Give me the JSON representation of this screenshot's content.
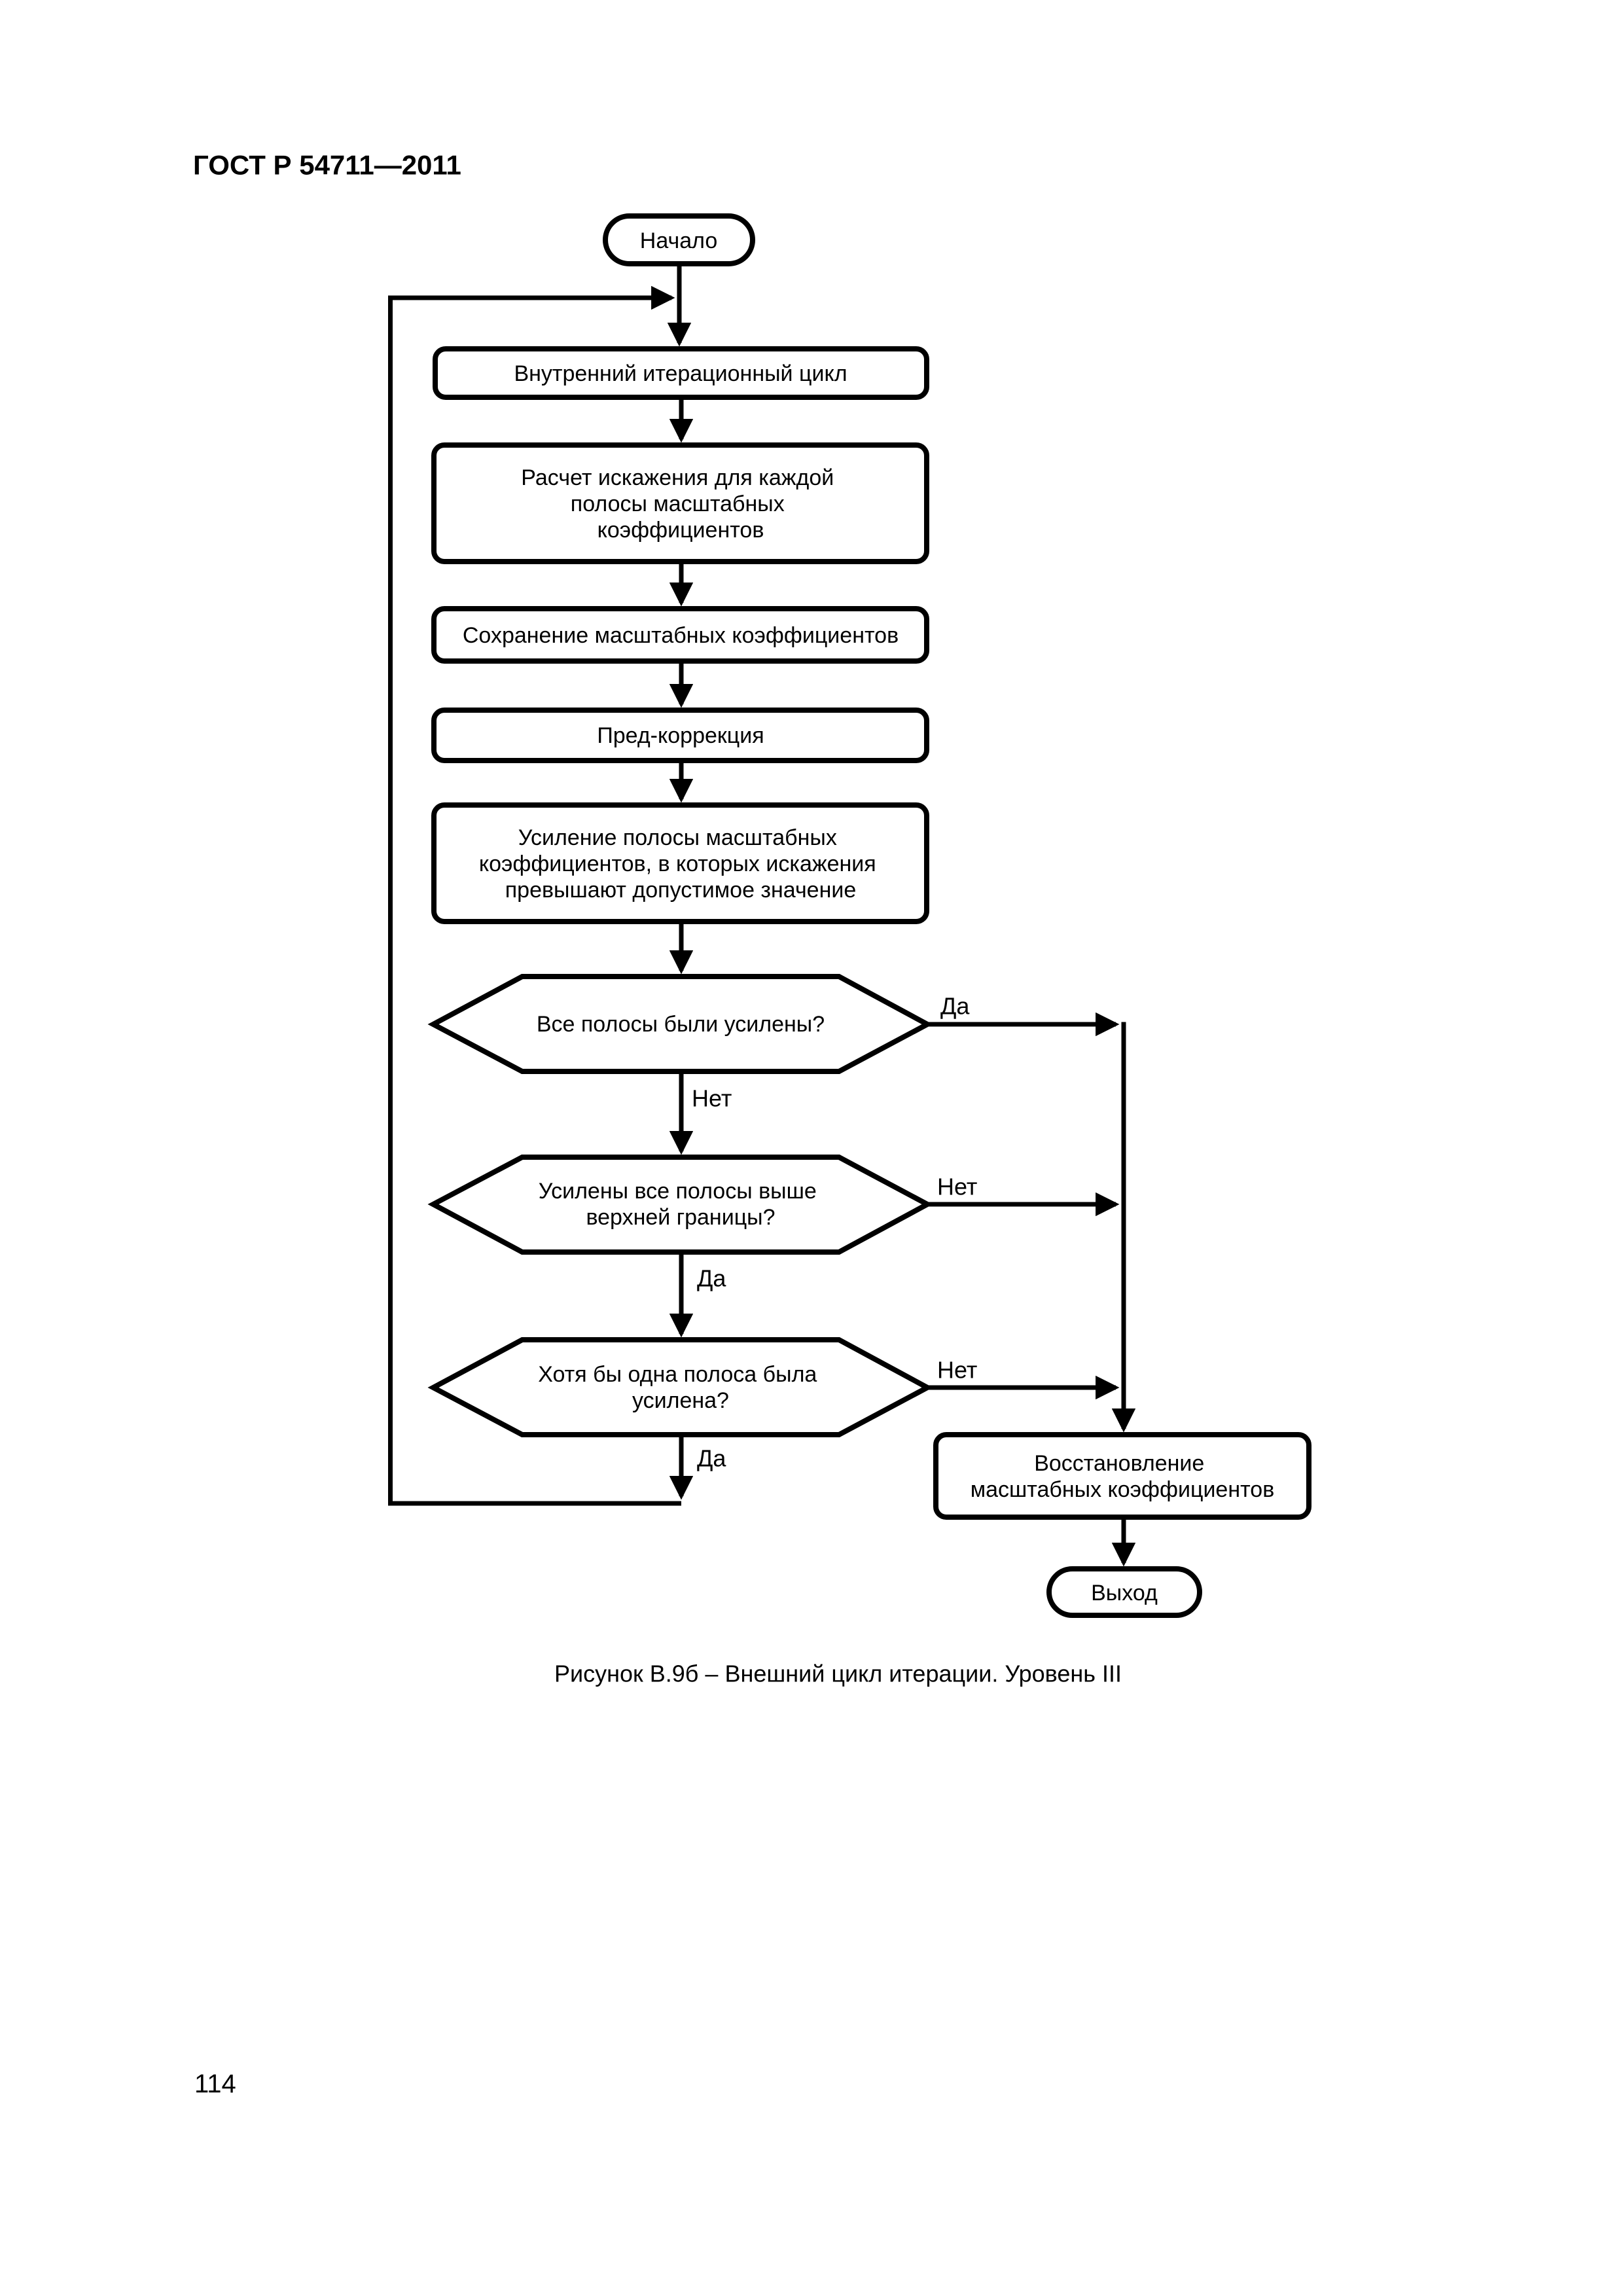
{
  "page": {
    "header": "ГОСТ Р 54711—2011",
    "caption": "Рисунок В.9б – Внешний цикл итерации. Уровень III",
    "page_number": "114"
  },
  "flowchart": {
    "colors": {
      "line": "#000000",
      "fill": "#ffffff",
      "text": "#000000",
      "background": "#ffffff"
    },
    "branch_labels": {
      "yes": "Да",
      "no": "Нет"
    },
    "nodes": {
      "start": {
        "label": "Начало"
      },
      "inner_loop": {
        "lines": [
          "Внутренний итерационный цикл"
        ]
      },
      "calc_distortion": {
        "lines": [
          "Расчет искажения для каждой",
          "полосы масштабных",
          "коэффициентов"
        ]
      },
      "save_coeffs": {
        "lines": [
          "Сохранение масштабных коэффициентов"
        ]
      },
      "precorrection": {
        "lines": [
          "Пред-коррекция"
        ]
      },
      "amplify_bands": {
        "lines": [
          "Усиление полосы масштабных",
          "коэффициентов, в которых искажения",
          "превышают допустимое значение"
        ]
      },
      "dec_all_amplified": {
        "lines": [
          "Все полосы были усилены?"
        ]
      },
      "dec_above_upper": {
        "lines": [
          "Усилены все полосы выше",
          "верхней границы?"
        ]
      },
      "dec_at_least_one": {
        "lines": [
          "Хотя бы одна полоса была",
          "усилена?"
        ]
      },
      "restore_coeffs": {
        "lines": [
          "Восстановление",
          "масштабных коэффициентов"
        ]
      },
      "exit": {
        "label": "Выход"
      }
    }
  }
}
